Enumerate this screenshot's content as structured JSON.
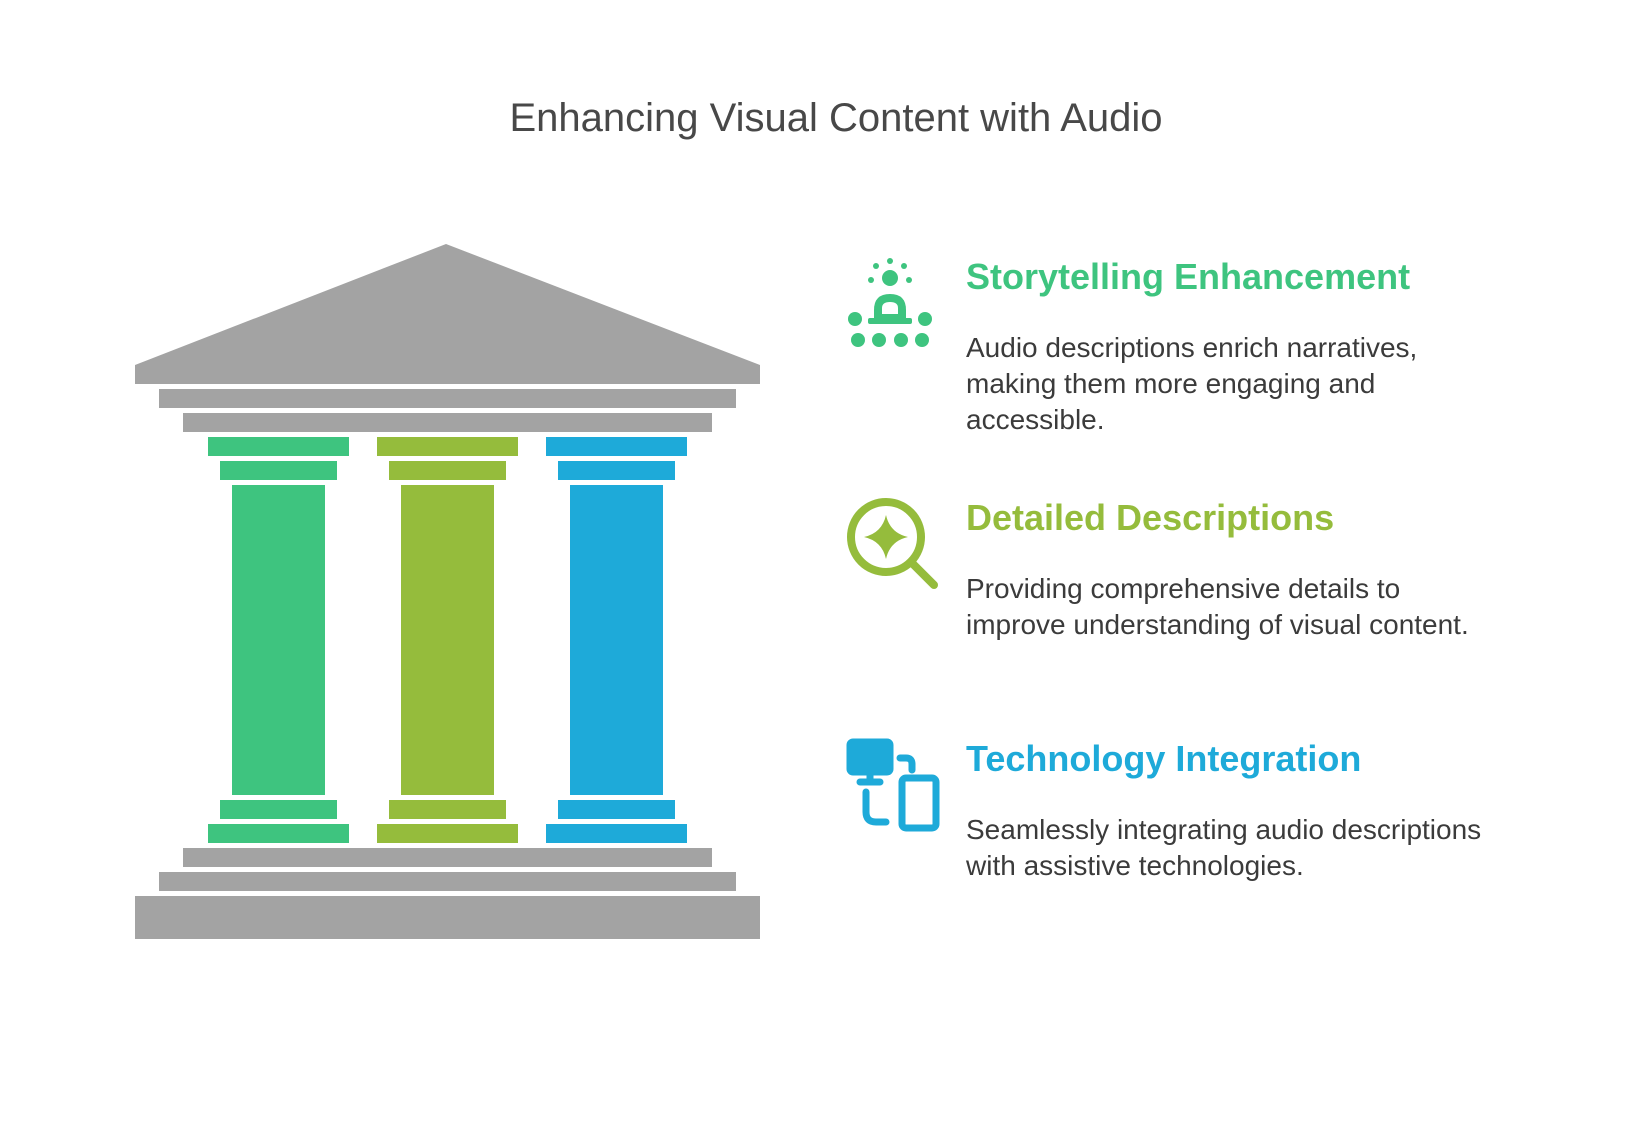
{
  "title": "Enhancing Visual Content with Audio",
  "colors": {
    "structure": "#a3a3a3",
    "green": "#3ec47f",
    "olive": "#95bc3c",
    "blue": "#1eaad9",
    "text": "#3b3b3b",
    "title": "#484848"
  },
  "pillars": [
    {
      "icon": "storytelling-icon",
      "color": "#3ec47f",
      "heading": "Storytelling Enhancement",
      "description": "Audio descriptions enrich narratives, making them more engaging and accessible."
    },
    {
      "icon": "magnifier-sparkle-icon",
      "color": "#95bc3c",
      "heading": "Detailed Descriptions",
      "description": "Providing comprehensive details to improve understanding of visual content."
    },
    {
      "icon": "devices-sync-icon",
      "color": "#1eaad9",
      "heading": "Technology Integration",
      "description": "Seamlessly integrating audio descriptions with assistive technologies."
    }
  ]
}
